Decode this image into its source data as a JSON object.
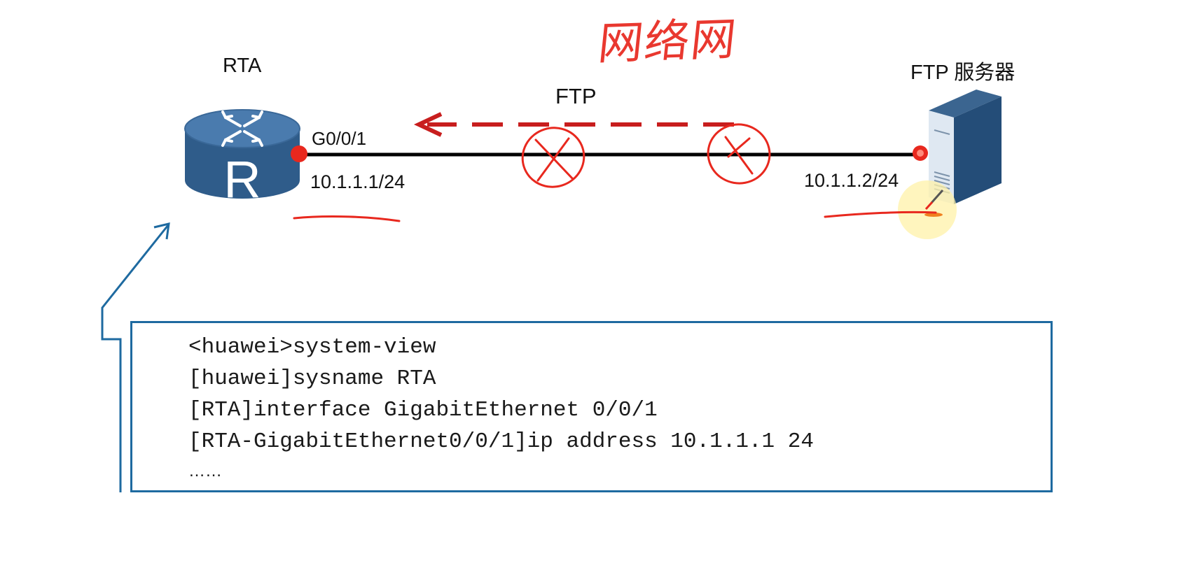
{
  "diagram": {
    "router": {
      "name": "RTA",
      "icon_letter": "R",
      "interface": "G0/0/1",
      "ip": "10.1.1.1/24"
    },
    "server": {
      "name": "FTP 服务器",
      "ip": "10.1.1.2/24"
    },
    "link": {
      "protocol": "FTP"
    },
    "handwritten_note": "网络网"
  },
  "config": {
    "lines": [
      "<huawei>system-view",
      "[huawei]sysname RTA",
      "[RTA]interface GigabitEthernet 0/0/1",
      "[RTA-GigabitEthernet0/0/1]ip address 10.1.1.1 24",
      "……"
    ]
  },
  "colors": {
    "router_body": "#2f5c8a",
    "router_top": "#4a7bae",
    "callout_border": "#1e6aa0",
    "annotation_red": "#e8281e",
    "link_line": "#000000",
    "ftp_arrow": "#c81e1e",
    "server_face": "#244d78",
    "server_front": "#dfe8f2"
  },
  "icons": [
    "router-icon",
    "server-icon",
    "pointer-icon"
  ]
}
